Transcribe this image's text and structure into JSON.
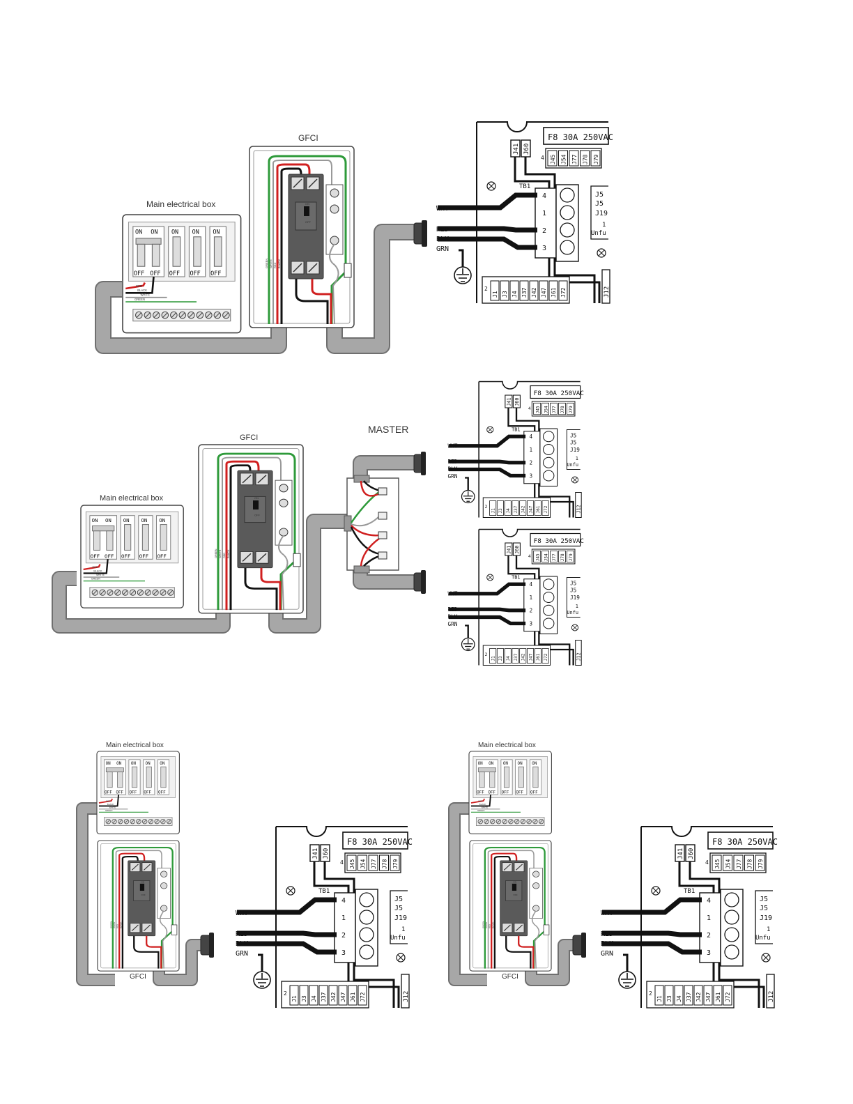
{
  "main_box": {
    "title": "Main electrical box",
    "on": "ON",
    "off": "OFF",
    "wire_red": "RED",
    "wire_black": "BLACK",
    "wire_white": "WHITE",
    "wire_green": "GREEN"
  },
  "gfci": {
    "label": "GFCI",
    "wire_labels": [
      "GREEN",
      "WHITE",
      "RED",
      "BLACK"
    ],
    "on": "ON",
    "off": "OFF"
  },
  "master_label": "MASTER",
  "control_board": {
    "fuse_label": "F8  30A  250VAC",
    "top_jumpers": [
      "J41",
      "J60"
    ],
    "jumper_prefix": "4",
    "jumper_row": [
      "J45",
      "J54",
      "J77",
      "J78",
      "J79"
    ],
    "terminal_block": "TB1",
    "terminals": [
      "4",
      "1",
      "2",
      "3"
    ],
    "side_jumpers": [
      "J5",
      "J5",
      "J19"
    ],
    "unfused_num": "1",
    "unfused": "Unfu",
    "bottom_prefix": "2",
    "bottom_jumpers": [
      "J1",
      "J3",
      "J4",
      "J37",
      "J42",
      "J47",
      "J61",
      "J72"
    ],
    "right_jumper": "J12",
    "wires": [
      "WHT",
      "RED",
      "BLK",
      "GRN"
    ]
  },
  "colors": {
    "conduit": "#a7a7a7",
    "conduit_edge": "#6f6f6f",
    "wire_red": "#d02020",
    "wire_green": "#2e9a3a",
    "wire_black": "#111111",
    "breaker": "#5a5a5a"
  }
}
